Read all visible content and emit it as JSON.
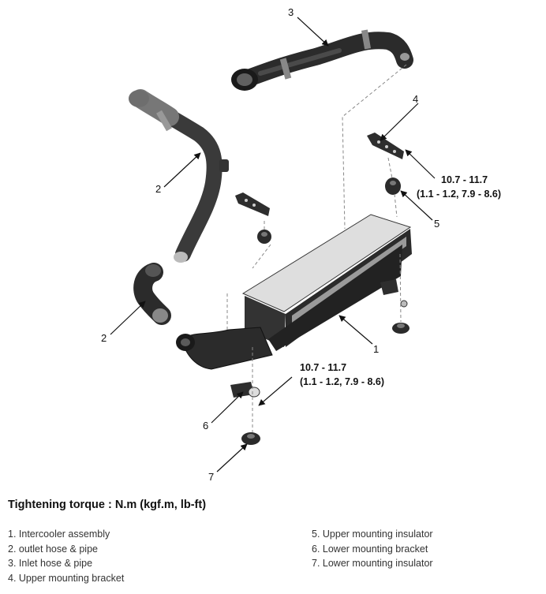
{
  "callouts": {
    "n1": "1",
    "n2a": "2",
    "n2b": "2",
    "n3": "3",
    "n4": "4",
    "n5": "5",
    "n6": "6",
    "n7": "7"
  },
  "torque_upper": {
    "line1": "10.7 - 11.7",
    "line2": "(1.1 - 1.2, 7.9 - 8.6)"
  },
  "torque_lower": {
    "line1": "10.7 - 11.7",
    "line2": "(1.1 - 1.2, 7.9 - 8.6)"
  },
  "caption": {
    "title": "Tightening torque : N.m (kgf.m, lb-ft)"
  },
  "legend": {
    "left": [
      "1. Intercooler assembly",
      "2. outlet hose & pipe",
      "3. Inlet hose & pipe",
      "4. Upper mounting bracket"
    ],
    "right": [
      "5. Upper mounting insulator",
      "6. Lower mounting bracket",
      "7. Lower mounting insulator"
    ]
  },
  "colors": {
    "part_dark": "#2b2b2b",
    "part_mid": "#555555",
    "core_light": "#e6e6e6",
    "leader": "#111111",
    "dash": "#888888"
  }
}
